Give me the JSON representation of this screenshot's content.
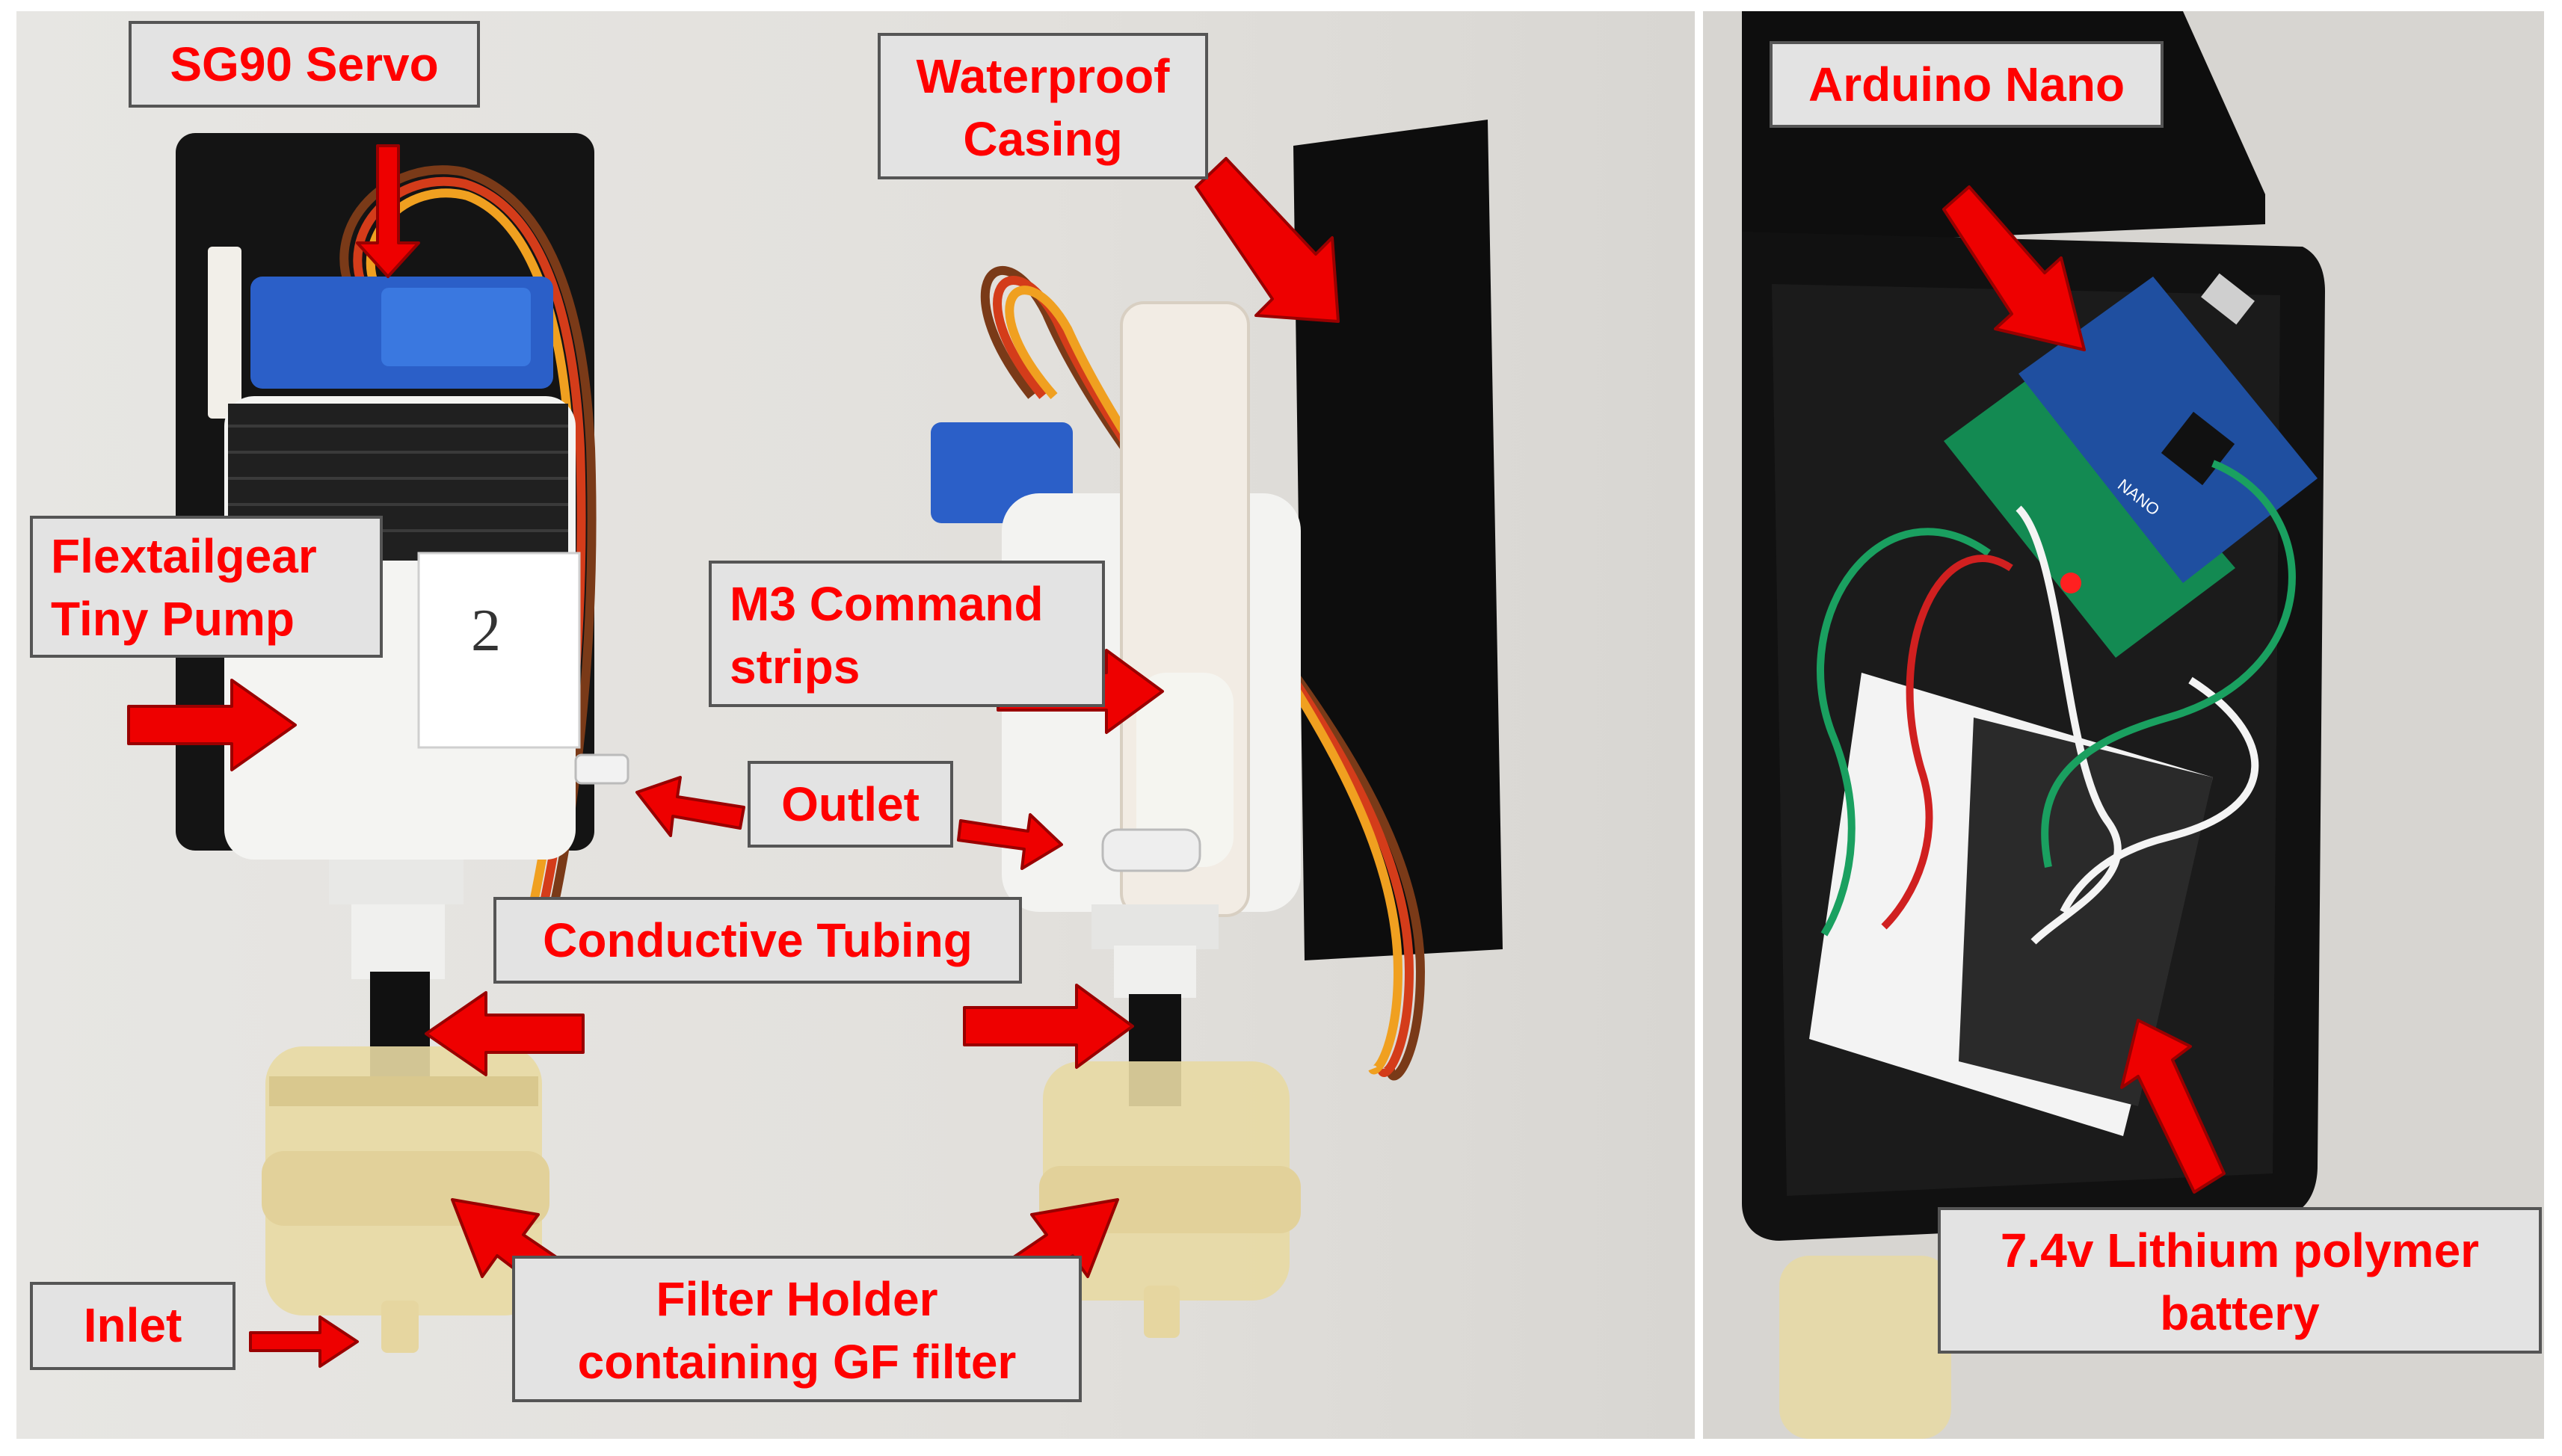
{
  "labels": {
    "sg90_servo": "SG90 Servo",
    "waterproof_casing": [
      "Waterproof",
      "Casing"
    ],
    "arduino_nano": "Arduino Nano",
    "flextailgear_pump": [
      "Flextailgear",
      "Tiny Pump"
    ],
    "m3_command_strips": [
      "M3 Command",
      "strips"
    ],
    "outlet": "Outlet",
    "conductive_tubing": "Conductive Tubing",
    "filter_holder": [
      "Filter Holder",
      "containing GF filter"
    ],
    "inlet": "Inlet",
    "battery": [
      "7.4v Lithium polymer",
      "battery"
    ]
  },
  "photo_text": {
    "pump_number": "2",
    "nano_board": "NANO"
  },
  "colors": {
    "label_text": "#ff0000",
    "label_background": "#e3e3e3",
    "label_border": "#555555",
    "arrow": "#ee0000",
    "arrow_outline": "#990000",
    "casing": "#111111",
    "pcb_green": "#138a52",
    "pcb_blue": "#1f4fa0",
    "filter_holder": "#e8d9a3"
  }
}
